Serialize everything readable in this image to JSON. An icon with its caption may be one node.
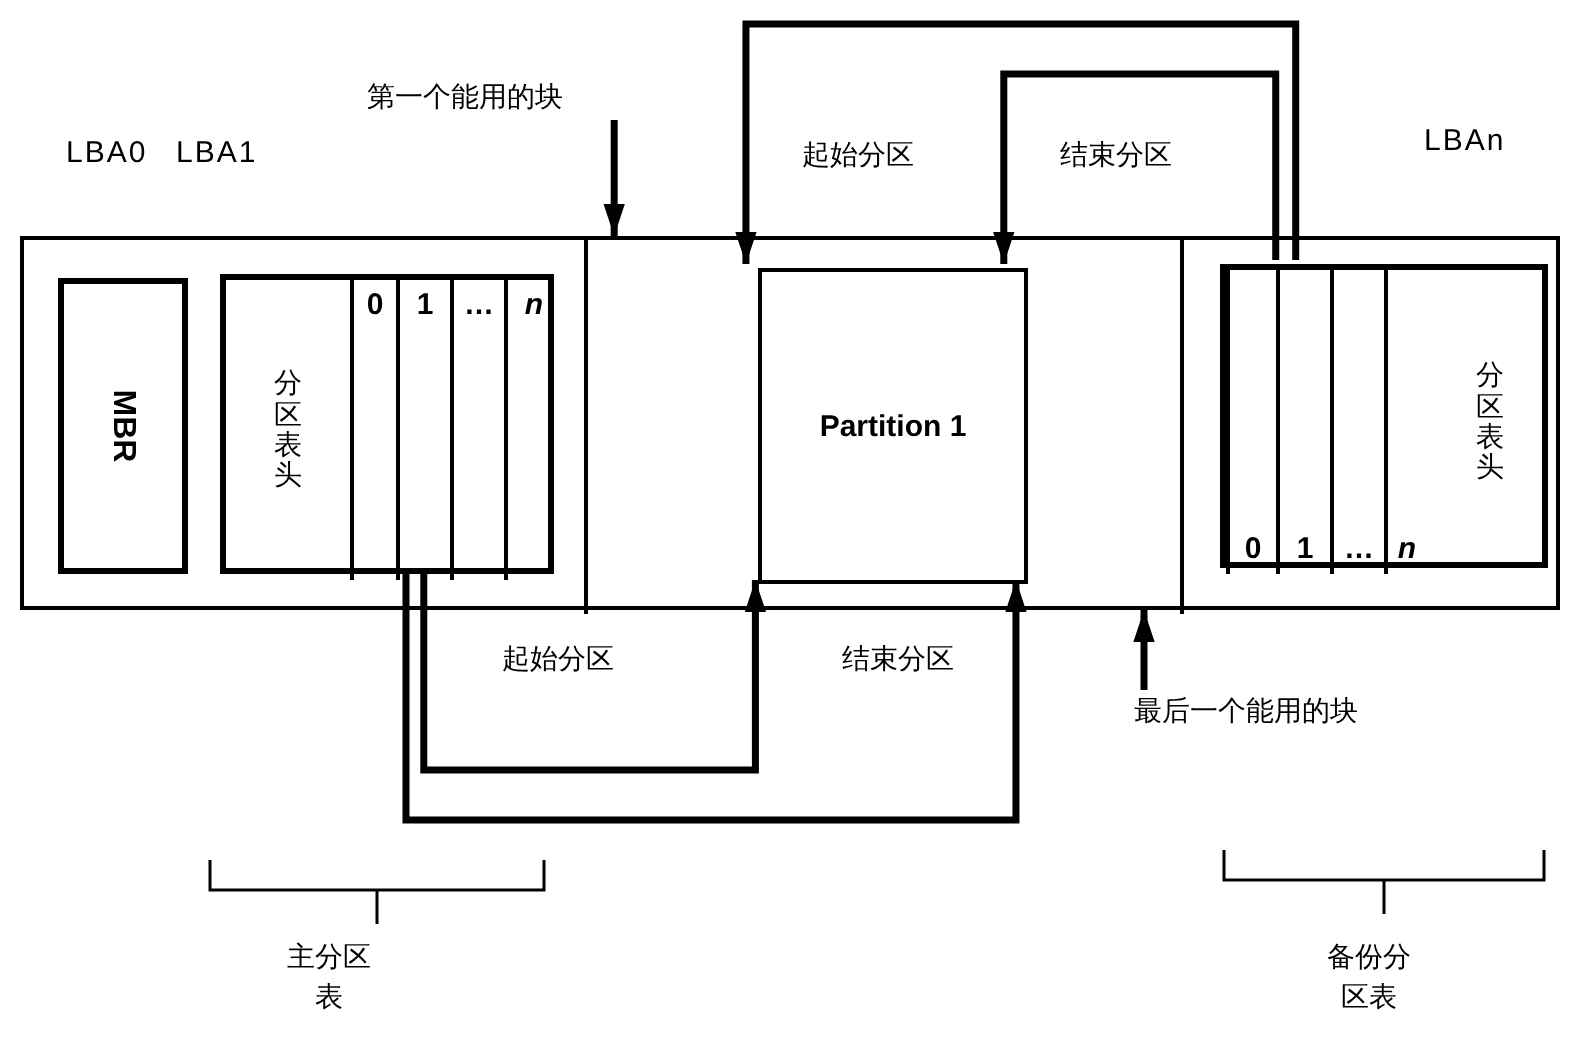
{
  "diagram": {
    "nodes": [
      {
        "text": [],
        "shape": "box"
      },
      {
        "text": [
          "MBR"
        ],
        "in": 0
      },
      {
        "text": [],
        "shape": "box",
        "in": 0
      },
      {
        "text": [
          "分区表头"
        ],
        "in": 2
      },
      {
        "text": [
          "0"
        ],
        "in": 2
      },
      {
        "text": [
          "1"
        ],
        "in": 2
      },
      {
        "text": [
          "…"
        ],
        "in": 2
      },
      {
        "text": [
          "n"
        ],
        "in": 2
      },
      {
        "text": [],
        "shape": "box",
        "in": 0
      },
      {
        "text": [
          "Partition 1"
        ],
        "in": 8
      },
      {
        "text": [],
        "shape": "box",
        "in": 0
      },
      {
        "text": [
          "0"
        ],
        "in": 10
      },
      {
        "text": [
          "1"
        ],
        "in": 10
      },
      {
        "text": [
          "…"
        ],
        "in": 10
      },
      {
        "text": [
          "n"
        ],
        "in": 10
      },
      {
        "text": [
          "分区表头"
        ],
        "in": 10
      },
      {
        "text": [
          "第一个能用的块"
        ]
      },
      {
        "text": [
          "最后一个能用的块"
        ]
      }
    ],
    "edges": [
      {
        "from": 5,
        "to": 9,
        "arrow": "to",
        "label": "起始分区"
      },
      {
        "from": 5,
        "to": 9,
        "arrow": "to",
        "label": "结束分区"
      },
      {
        "from": 12,
        "to": 9,
        "arrow": "to",
        "label": "起始分区"
      },
      {
        "from": 12,
        "to": 9,
        "arrow": "to",
        "label": "结束分区"
      },
      {
        "from": 16,
        "to": 8,
        "arrow": "to"
      },
      {
        "from": 17,
        "to": 8,
        "arrow": "to"
      }
    ],
    "labels": [
      "LBA0",
      "LBA1",
      "LBAn",
      "主分区表",
      "备份分区表"
    ]
  }
}
